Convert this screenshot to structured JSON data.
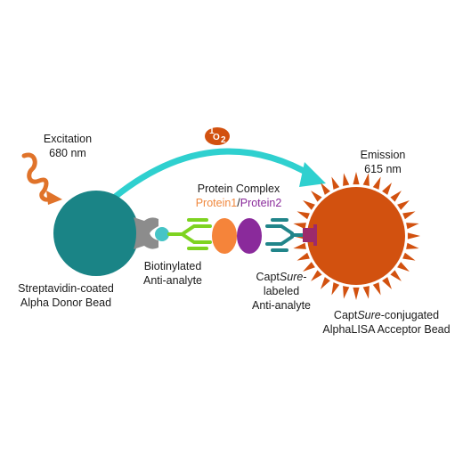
{
  "colors": {
    "donor_bead": "#1a8486",
    "acceptor_bead": "#d2510f",
    "arrow": "#2fd0cf",
    "excitation": "#e0732a",
    "streptavidin": "#8c8c8c",
    "biotin": "#46c4c6",
    "anti_analyte": "#7ed321",
    "protein1": "#f5843a",
    "protein2": "#8a2a9b",
    "captsure_antibody": "#21858a",
    "captsure_tag": "#9c2a6b",
    "singlet_oxygen": "#d2510f"
  },
  "labels": {
    "excitation_line1": "Excitation",
    "excitation_line2": "680 nm",
    "emission_line1": "Emission",
    "emission_line2": "615 nm",
    "singlet_oxygen_sup": "1",
    "singlet_oxygen_main": "O",
    "singlet_oxygen_sub": "2",
    "protein_complex": "Protein Complex",
    "protein1": "Protein1",
    "slash": "/",
    "protein2": "Protein2",
    "donor_line1": "Streptavidin-coated",
    "donor_line2": "Alpha Donor Bead",
    "biotinylated_line1": "Biotinylated",
    "biotinylated_line2": "Anti-analyte",
    "captsure_labeled_prefix": "Capt",
    "captsure_labeled_italic": "Sure",
    "captsure_labeled_suffix": "-",
    "captsure_labeled_line2": "labeled",
    "captsure_labeled_line3": "Anti-analyte",
    "acceptor_prefix": "Capt",
    "acceptor_italic": "Sure",
    "acceptor_suffix": "-conjugated",
    "acceptor_line2": "AlphaLISA Acceptor Bead"
  },
  "icons": [
    "wavy-excitation-arrow",
    "curved-transfer-arrow",
    "sun-rays"
  ]
}
